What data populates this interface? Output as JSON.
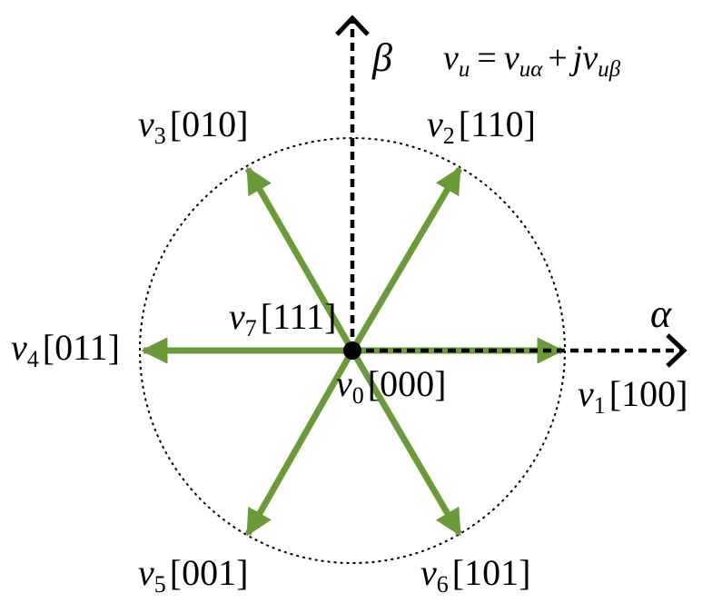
{
  "equation": {
    "lhs_var": "v",
    "lhs_sub": "u",
    "eq": "=",
    "t1_var": "v",
    "t1_sub": "uα",
    "plus": "+",
    "j": "j",
    "t2_var": "v",
    "t2_sub": "uβ"
  },
  "axes": {
    "alpha_label": "α",
    "beta_label": "β"
  },
  "colors": {
    "vector": "#6a9a3a",
    "axis": "#000000",
    "circle": "#000000"
  },
  "vectors": [
    {
      "id": "v1",
      "name": "v",
      "sub": "1",
      "state": "[100]"
    },
    {
      "id": "v2",
      "name": "v",
      "sub": "2",
      "state": "[110]"
    },
    {
      "id": "v3",
      "name": "v",
      "sub": "3",
      "state": "[010]"
    },
    {
      "id": "v4",
      "name": "v",
      "sub": "4",
      "state": "[011]"
    },
    {
      "id": "v5",
      "name": "v",
      "sub": "5",
      "state": "[001]"
    },
    {
      "id": "v6",
      "name": "v",
      "sub": "6",
      "state": "[101]"
    }
  ],
  "zero_vectors": [
    {
      "id": "v0",
      "name": "v",
      "sub": "0",
      "state": "[000]"
    },
    {
      "id": "v7",
      "name": "v",
      "sub": "7",
      "state": "[111]"
    }
  ]
}
